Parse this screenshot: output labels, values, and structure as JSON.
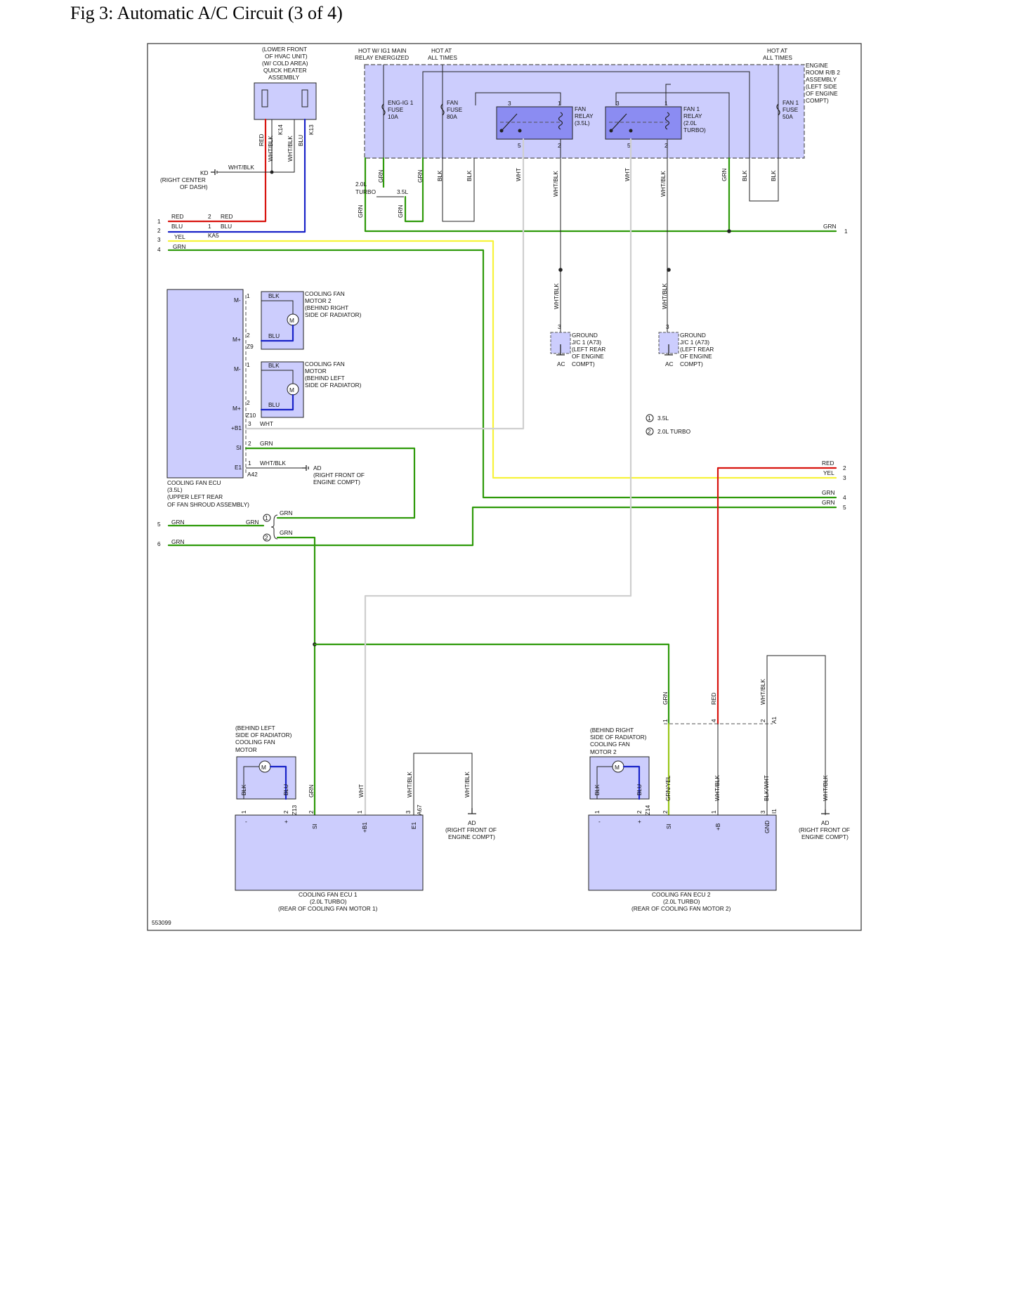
{
  "title": "Fig 3: Automatic A/C Circuit (3 of 4)",
  "figure_id": "553099",
  "colors": {
    "component_fill": "#cccdfd",
    "RED": "#d8140f",
    "BLU": "#1923c8",
    "YEL": "#f7f33a",
    "GRN": "#2e9a0a",
    "WHT": "#cfcfcf",
    "BLK": "#222222",
    "GRNYEL": "#9ac71a"
  },
  "icons": [
    "motor-icon",
    "ground-icon",
    "fuse-icon",
    "relay-switch-icon",
    "splice-dot-icon",
    "connector-icon"
  ],
  "labels": {
    "hot_ig1": [
      "HOT W/ IG1 MAIN",
      "RELAY ENERGIZED"
    ],
    "hot_all_1": [
      "HOT AT",
      "ALL TIMES"
    ],
    "hot_all_2": [
      "HOT AT",
      "ALL TIMES"
    ],
    "heater": [
      "(LOWER FRONT",
      "OF HVAC UNIT)",
      "(W/ COLD AREA)",
      "QUICK HEATER",
      "ASSEMBLY"
    ],
    "engine_rb": [
      "ENGINE",
      "ROOM R/B 2",
      "ASSEMBLY",
      "(LEFT SIDE",
      "OF ENGINE",
      "COMPT)"
    ],
    "fuse_engig": [
      "ENG-IG 1",
      "FUSE",
      "10A"
    ],
    "fuse_fan": [
      "FAN",
      "FUSE",
      "80A"
    ],
    "fuse_fan1": [
      "FAN 1",
      "FUSE",
      "50A"
    ],
    "fan_relay": [
      "FAN",
      "RELAY",
      "(3.5L)"
    ],
    "fan1_relay": [
      "FAN 1",
      "RELAY",
      "(2.0L",
      "TURBO)"
    ],
    "kd": [
      "KD",
      "(RIGHT CENTER",
      "OF DASH)"
    ],
    "turbo_20": [
      "2.0L",
      "TURBO"
    ],
    "l35": "3.5L",
    "motor2_top": [
      "COOLING FAN",
      "MOTOR 2",
      "(BEHIND RIGHT",
      "SIDE OF RADIATOR)"
    ],
    "motor_top": [
      "COOLING FAN",
      "MOTOR",
      "(BEHIND LEFT",
      "SIDE OF RADIATOR)"
    ],
    "ground_jc_1": [
      "GROUND",
      "J/C 1 (A73)",
      "(LEFT REAR",
      "OF ENGINE",
      "COMPT)"
    ],
    "ground_jc_2": [
      "GROUND",
      "J/C 1 (A73)",
      "(LEFT REAR",
      "OF ENGINE",
      "COMPT)"
    ],
    "ac": "AC",
    "legend_1": "3.5L",
    "legend_2": "2.0L TURBO",
    "ecu35": [
      "COOLING FAN ECU",
      "(3.5L)",
      "(UPPER LEFT REAR",
      "OF FAN SHROUD ASSEMBLY)"
    ],
    "ad_top": [
      "AD",
      "(RIGHT FRONT OF",
      "ENGINE COMPT)"
    ],
    "ad_1": [
      "AD",
      "(RIGHT FRONT OF",
      "ENGINE COMPT)"
    ],
    "ad_2": [
      "AD",
      "(RIGHT FRONT OF",
      "ENGINE COMPT)"
    ],
    "motor1_low": [
      "(BEHIND LEFT",
      "SIDE OF RADIATOR)",
      "COOLING FAN",
      "MOTOR"
    ],
    "motor2_low": [
      "(BEHIND RIGHT",
      "SIDE OF RADIATOR)",
      "COOLING FAN",
      "MOTOR 2"
    ],
    "ecu1": [
      "COOLING FAN ECU 1",
      "(2.0L TURBO)",
      "(REAR OF COOLING FAN MOTOR 1)"
    ],
    "ecu2": [
      "COOLING FAN ECU 2",
      "(2.0L TURBO)",
      "(REAR OF COOLING FAN MOTOR 2)"
    ],
    "connectors": {
      "k14": "K14",
      "k13": "K13",
      "ka5": "KA5",
      "z9": "Z9",
      "z10": "Z10",
      "a42": "A42",
      "z13": "Z13",
      "a67": "A67",
      "z14": "Z14",
      "a1": "A1",
      "i1": "I1"
    },
    "pins_ecu35": {
      "m_minus_1": "M-",
      "m_plus_1": "M+",
      "m_minus_2": "M-",
      "m_plus_2": "M+",
      "b1": "+B1",
      "si": "SI",
      "e1": "E1"
    },
    "pins_ecu1": {
      "minus": "-",
      "plus": "+",
      "si": "SI",
      "b1": "+B1",
      "e1": "E1"
    },
    "pins_ecu2": {
      "minus": "-",
      "plus": "+",
      "si": "SI",
      "b": "+B",
      "gnd": "GND"
    }
  },
  "wire_labels": {
    "RED": "RED",
    "BLU": "BLU",
    "YEL": "YEL",
    "GRN": "GRN",
    "BLK": "BLK",
    "WHT": "WHT",
    "WHTBLK": "WHT/BLK",
    "GRNYEL": "GRN/YEL",
    "BLKWHT": "BLK/WHT"
  },
  "offpage_left": [
    "1",
    "2",
    "3",
    "4",
    "5",
    "6"
  ],
  "offpage_right": [
    "1",
    "2",
    "3",
    "4",
    "5"
  ],
  "pin_numbers": [
    "1",
    "2",
    "3",
    "4",
    "5"
  ]
}
